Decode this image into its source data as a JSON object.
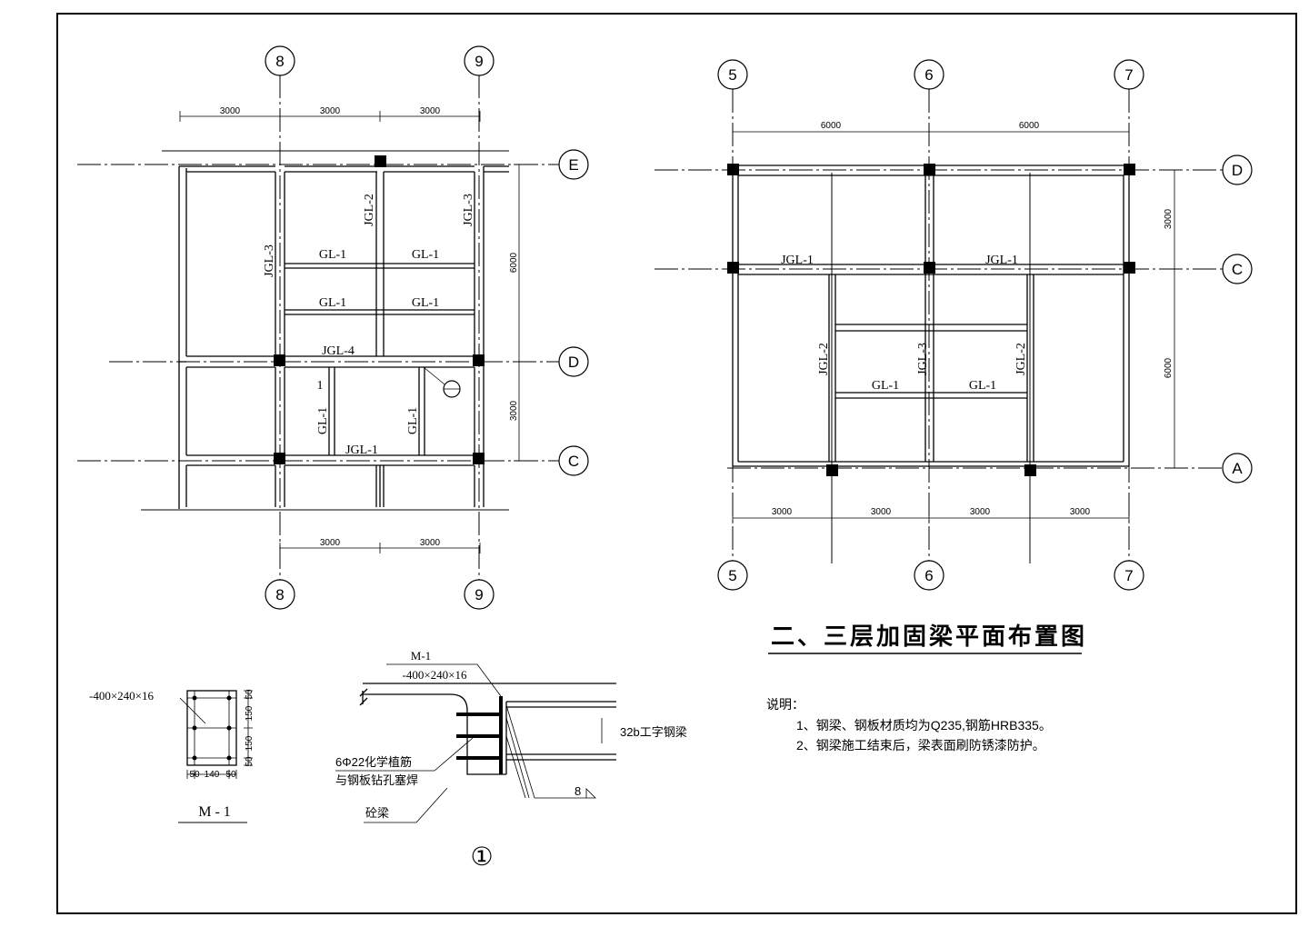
{
  "title": "二、三层加固梁平面布置图",
  "notes": {
    "heading": "说明：",
    "items": [
      "1、钢梁、钢板材质均为Q235,钢筋HRB335。",
      "2、钢梁施工结束后，梁表面刷防锈漆防护。"
    ]
  },
  "left_plan": {
    "axes_top": [
      "8",
      "9"
    ],
    "axes_bottom": [
      "8",
      "9"
    ],
    "axes_right": [
      "E",
      "D",
      "C"
    ],
    "dims_top": [
      "3000",
      "3000",
      "3000"
    ],
    "dims_bottom": [
      "3000",
      "3000"
    ],
    "dims_right": [
      "6000",
      "3000"
    ],
    "beam_labels": {
      "jgl3_left": "JGL-3",
      "jgl2": "JGL-2",
      "jgl3_right": "JGL-3",
      "gl1_a": "GL-1",
      "gl1_b": "GL-1",
      "gl1_c": "GL-1",
      "gl1_d": "GL-1",
      "jgl4": "JGL-4",
      "gl1_v1": "GL-1",
      "gl1_v2": "GL-1",
      "jgl1": "JGL-1",
      "section_mark": "1"
    }
  },
  "right_plan": {
    "axes_top": [
      "5",
      "6",
      "7"
    ],
    "axes_bottom": [
      "5",
      "6",
      "7"
    ],
    "axes_right": [
      "D",
      "C",
      "A"
    ],
    "dims_top": [
      "6000",
      "6000"
    ],
    "dims_bottom": [
      "3000",
      "3000",
      "3000",
      "3000"
    ],
    "dims_right": [
      "3000",
      "6000"
    ],
    "beam_labels": {
      "jgl1_left": "JGL-1",
      "jgl1_right": "JGL-1",
      "jgl2_left": "JGL-2",
      "jgl3": "JGL-3",
      "jgl2_right": "JGL-2",
      "gl1_left": "GL-1",
      "gl1_right": "GL-1"
    }
  },
  "plate_detail": {
    "spec": "-400×240×16",
    "dims_right": [
      "50",
      "150",
      "150",
      "50"
    ],
    "dims_bottom": [
      "50",
      "140",
      "50"
    ],
    "name": "M - 1"
  },
  "section_detail": {
    "plate_name": "M-1",
    "plate_spec": "-400×240×16",
    "steel_beam": "32b工字钢梁",
    "rebar_line1": "6Φ22化学植筋",
    "rebar_line2": "与钢板钻孔塞焊",
    "concrete_beam": "砼梁",
    "weld": "8",
    "section_no": "①"
  }
}
